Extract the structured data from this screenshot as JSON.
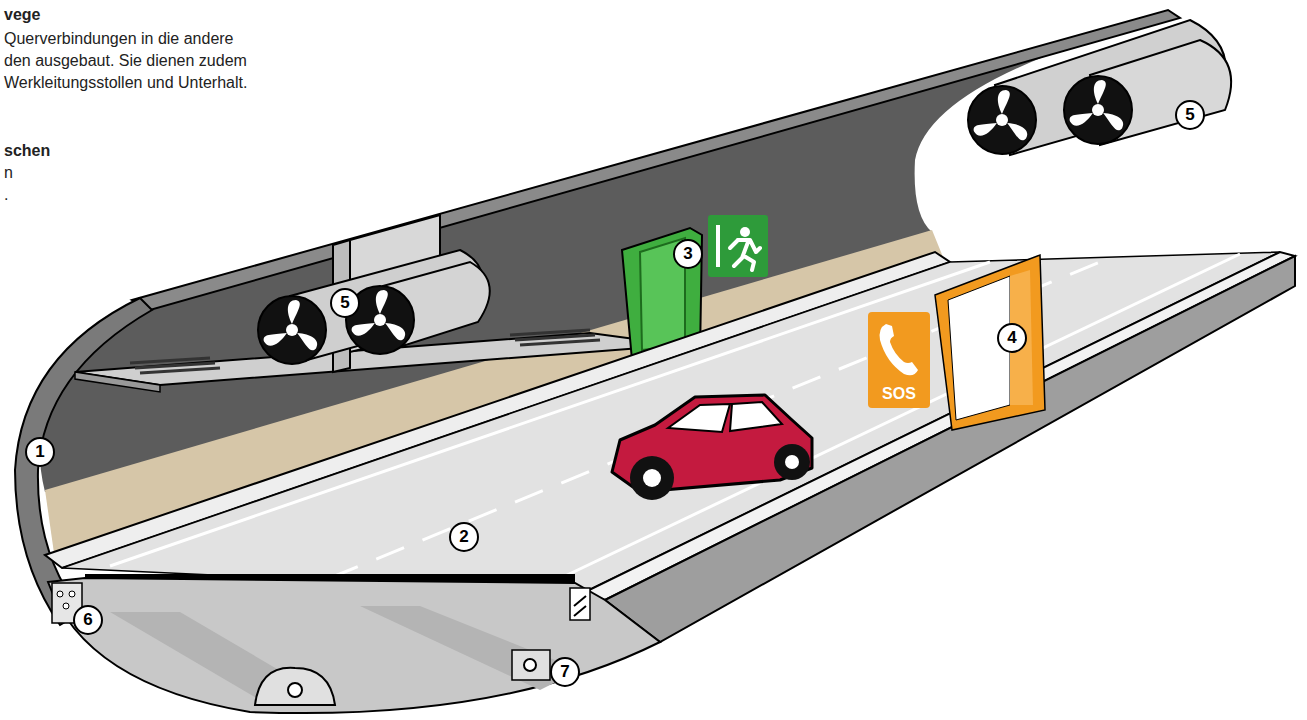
{
  "diagram": {
    "labels": [
      "vege",
      "Querverbindungen in die andere den ausgebaut. Sie dienen zudem Werkleitungsstollen und Unterhalt.",
      "schen",
      "n",
      ".",
      "1",
      "2",
      "3",
      "4",
      "5",
      "5",
      "6",
      "7",
      "SOS"
    ]
  }
}
